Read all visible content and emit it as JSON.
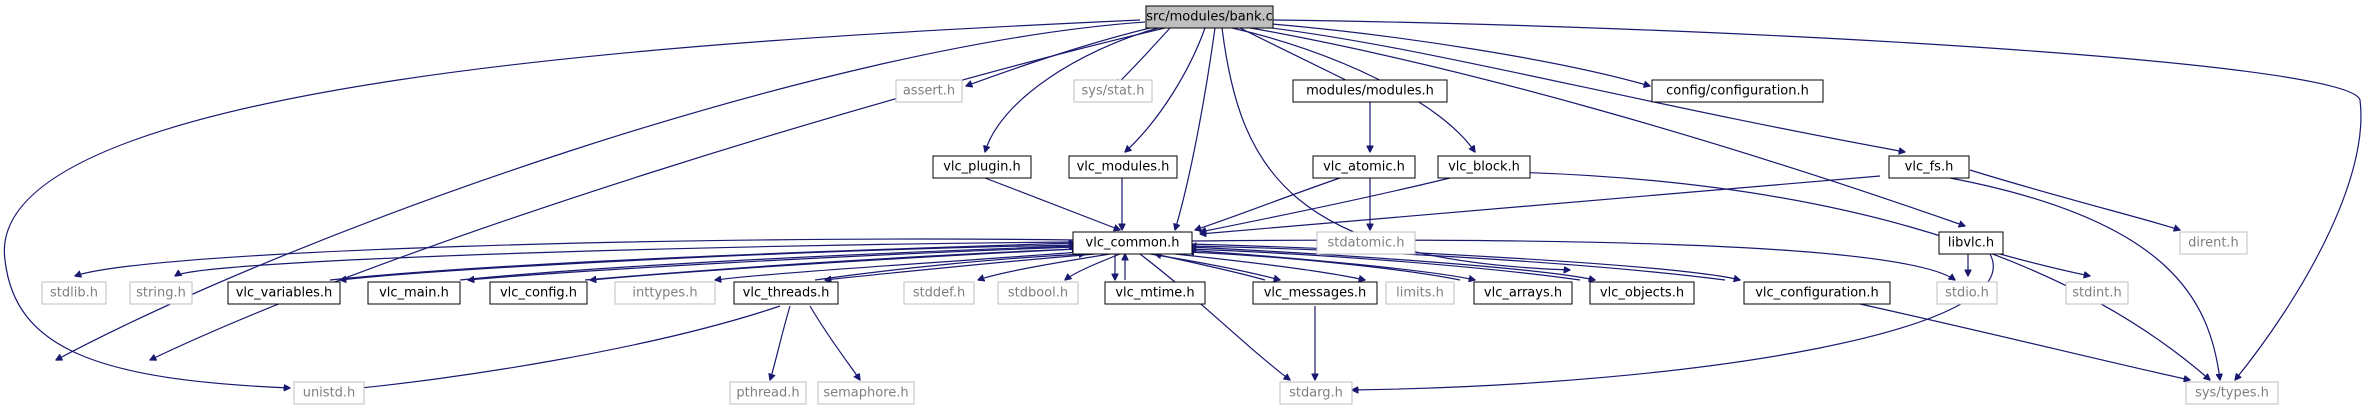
{
  "diagram": {
    "colors": {
      "edge": "#191970",
      "documented_border": "#000000",
      "undocumented_border": "#bfbfbf",
      "undocumented_text": "#7f7f7f",
      "root_fill": "#bfbfbf"
    },
    "nodes": [
      {
        "id": "bank",
        "label": "src/modules/bank.c",
        "kind": "root"
      },
      {
        "id": "assert",
        "label": "assert.h",
        "kind": "nodoc"
      },
      {
        "id": "sysstat",
        "label": "sys/stat.h",
        "kind": "nodoc"
      },
      {
        "id": "modules",
        "label": "modules/modules.h",
        "kind": "doc"
      },
      {
        "id": "configuration",
        "label": "config/configuration.h",
        "kind": "doc"
      },
      {
        "id": "vlc_plugin",
        "label": "vlc_plugin.h",
        "kind": "doc"
      },
      {
        "id": "vlc_modules",
        "label": "vlc_modules.h",
        "kind": "doc"
      },
      {
        "id": "vlc_atomic",
        "label": "vlc_atomic.h",
        "kind": "doc"
      },
      {
        "id": "vlc_block",
        "label": "vlc_block.h",
        "kind": "doc"
      },
      {
        "id": "vlc_fs",
        "label": "vlc_fs.h",
        "kind": "doc"
      },
      {
        "id": "vlc_common",
        "label": "vlc_common.h",
        "kind": "doc"
      },
      {
        "id": "stdatomic",
        "label": "stdatomic.h",
        "kind": "nodoc"
      },
      {
        "id": "libvlc",
        "label": "libvlc.h",
        "kind": "doc"
      },
      {
        "id": "dirent",
        "label": "dirent.h",
        "kind": "nodoc"
      },
      {
        "id": "stdlib",
        "label": "stdlib.h",
        "kind": "nodoc"
      },
      {
        "id": "string",
        "label": "string.h",
        "kind": "nodoc"
      },
      {
        "id": "vlc_variables",
        "label": "vlc_variables.h",
        "kind": "doc"
      },
      {
        "id": "vlc_main",
        "label": "vlc_main.h",
        "kind": "doc"
      },
      {
        "id": "vlc_config",
        "label": "vlc_config.h",
        "kind": "doc"
      },
      {
        "id": "inttypes",
        "label": "inttypes.h",
        "kind": "nodoc"
      },
      {
        "id": "vlc_threads",
        "label": "vlc_threads.h",
        "kind": "doc"
      },
      {
        "id": "stddef",
        "label": "stddef.h",
        "kind": "nodoc"
      },
      {
        "id": "stdbool",
        "label": "stdbool.h",
        "kind": "nodoc"
      },
      {
        "id": "vlc_mtime",
        "label": "vlc_mtime.h",
        "kind": "doc"
      },
      {
        "id": "vlc_messages",
        "label": "vlc_messages.h",
        "kind": "doc"
      },
      {
        "id": "limits",
        "label": "limits.h",
        "kind": "nodoc"
      },
      {
        "id": "vlc_arrays",
        "label": "vlc_arrays.h",
        "kind": "doc"
      },
      {
        "id": "vlc_objects",
        "label": "vlc_objects.h",
        "kind": "doc"
      },
      {
        "id": "vlc_configuration",
        "label": "vlc_configuration.h",
        "kind": "doc"
      },
      {
        "id": "stdio",
        "label": "stdio.h",
        "kind": "nodoc"
      },
      {
        "id": "stdint",
        "label": "stdint.h",
        "kind": "nodoc"
      },
      {
        "id": "unistd",
        "label": "unistd.h",
        "kind": "nodoc"
      },
      {
        "id": "pthread",
        "label": "pthread.h",
        "kind": "nodoc"
      },
      {
        "id": "semaphore",
        "label": "semaphore.h",
        "kind": "nodoc"
      },
      {
        "id": "stdarg",
        "label": "stdarg.h",
        "kind": "nodoc"
      },
      {
        "id": "systypes",
        "label": "sys/types.h",
        "kind": "nodoc"
      }
    ]
  }
}
